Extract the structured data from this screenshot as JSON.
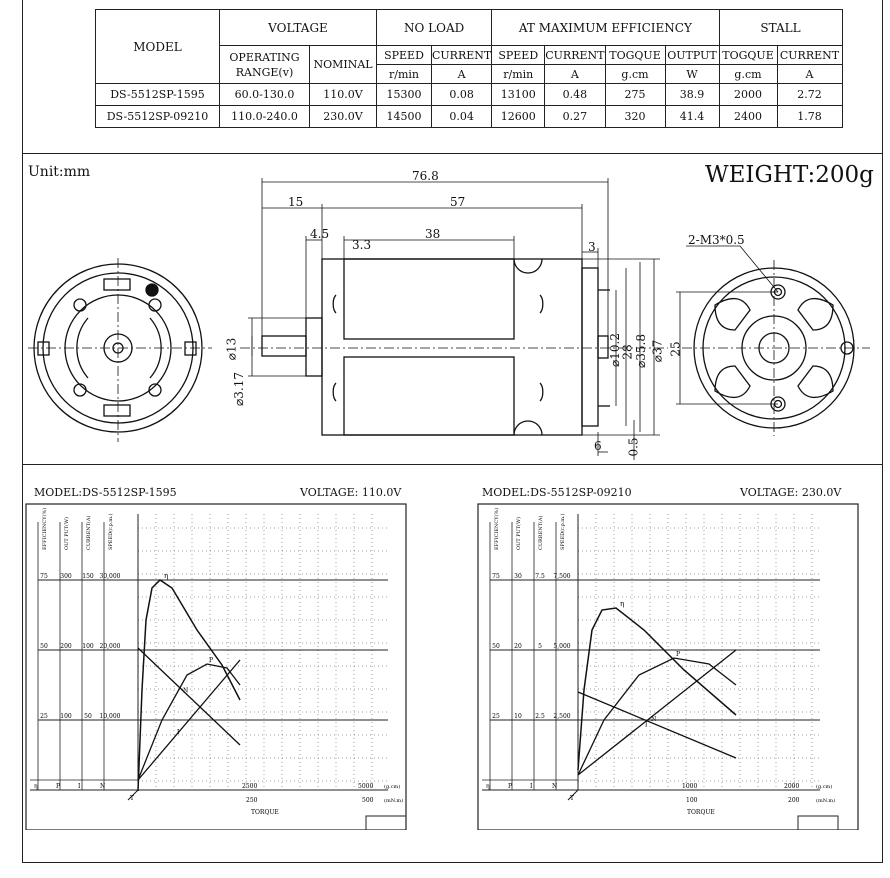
{
  "spec_table": {
    "model_header": "MODEL",
    "voltage_header": "VOLTAGE",
    "noload_header": "NO LOAD",
    "maxeff_header": "AT MAXIMUM EFFICIENCY",
    "stall_header": "STALL",
    "operating_range": "OPERATING RANGE(v)",
    "nominal": "NOMINAL",
    "speed": "SPEED",
    "current": "CURRENT",
    "togque": "TOGQUE",
    "output": "OUTPUT",
    "unit_speed": "r/min",
    "unit_current": "A",
    "unit_torque": "g.cm",
    "unit_output": "W",
    "rows": [
      {
        "model": "DS-5512SP-1595",
        "range": "60.0-130.0",
        "nominal": "110.0V",
        "nl_speed": "15300",
        "nl_current": "0.08",
        "me_speed": "13100",
        "me_current": "0.48",
        "me_torque": "275",
        "me_output": "38.9",
        "st_torque": "2000",
        "st_current": "2.72"
      },
      {
        "model": "DS-5512SP-09210",
        "range": "110.0-240.0",
        "nominal": "230.0V",
        "nl_speed": "14500",
        "nl_current": "0.04",
        "me_speed": "12600",
        "me_current": "0.27",
        "me_torque": "320",
        "me_output": "41.4",
        "st_torque": "2400",
        "st_current": "1.78"
      }
    ]
  },
  "drawing": {
    "unit": "Unit:mm",
    "weight": "WEIGHT:200g",
    "dims": {
      "overall": "76.8",
      "shaft": "15",
      "body": "57",
      "boss": "4.5",
      "front": "3.3",
      "can": "38",
      "rear": "3",
      "d_boss": "⌀13",
      "d_shaft": "⌀3.17",
      "d_rear": "⌀10.2",
      "d28": "28",
      "d358": "⌀35.8",
      "d37": "⌀37",
      "term": "6",
      "term_h": "0.5",
      "screw": "2-M3*0.5",
      "pcd": "25"
    }
  },
  "charts": [
    {
      "model_label": "MODEL:DS-5512SP-1595",
      "voltage_label": "VOLTAGE: 110.0V",
      "axis_titles": [
        "EFFICIENCY(%)",
        "OUT PUT(W)",
        "CURRENT(A)",
        "SPEED(r.p.m.)"
      ],
      "scale_eff": [
        "75",
        "50",
        "25"
      ],
      "scale_out": [
        "300",
        "200",
        "100"
      ],
      "scale_cur": [
        "150",
        "100",
        "50"
      ],
      "scale_speed": [
        "30,000",
        "20,000",
        "10,000"
      ],
      "foot_labels": [
        "η",
        "P",
        "I",
        "N"
      ],
      "origin": "T",
      "x_ticks_gcm": [
        "2500",
        "5000"
      ],
      "x_ticks_mnm": [
        "250",
        "500"
      ],
      "unit_gcm": "(g.cm)",
      "unit_mnm": "(mN.m)",
      "xlabel": "TORQUE",
      "eta_label": "η",
      "n_label": "N",
      "p_label": "P",
      "i_label": "I"
    },
    {
      "model_label": "MODEL:DS-5512SP-09210",
      "voltage_label": "VOLTAGE: 230.0V",
      "axis_titles": [
        "EFFICIENCY(%)",
        "OUT PUT(W)",
        "CURRENT(A)",
        "SPEED(r.p.m.)"
      ],
      "scale_eff": [
        "75",
        "50",
        "25"
      ],
      "scale_out": [
        "30",
        "20",
        "10"
      ],
      "scale_cur": [
        "7.5",
        "5",
        "2.5"
      ],
      "scale_speed": [
        "7,500",
        "5,000",
        "2,500"
      ],
      "foot_labels": [
        "η",
        "P",
        "I",
        "N"
      ],
      "origin": "T",
      "x_ticks_gcm": [
        "1000",
        "2000"
      ],
      "x_ticks_mnm": [
        "100",
        "200"
      ],
      "unit_gcm": "(g.cm)",
      "unit_mnm": "(mN.m)",
      "xlabel": "TORQUE",
      "eta_label": "η",
      "n_label": "N",
      "p_label": "P",
      "i_label": "I"
    }
  ]
}
